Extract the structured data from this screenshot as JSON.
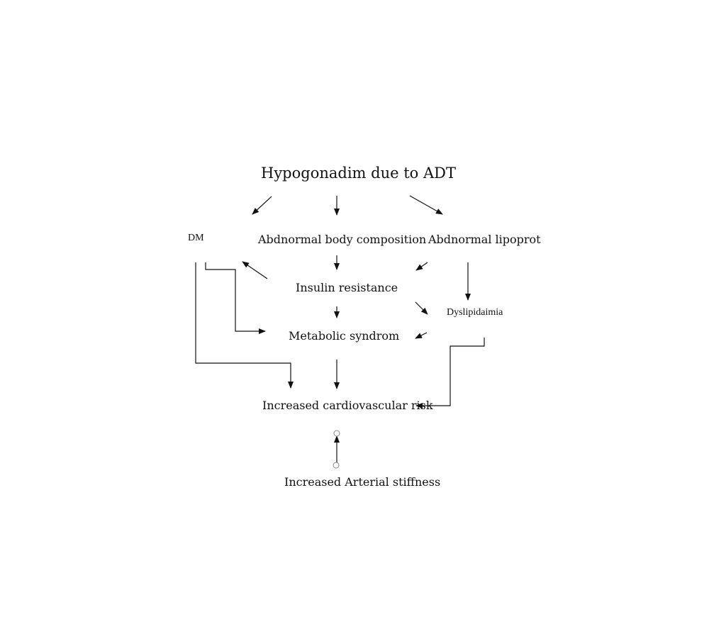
{
  "nodes": {
    "hypogonadism": "Hypogonadim due to ADT",
    "dm": "DM",
    "body_composition": "Abdnormal body composition",
    "lipoprot": "Abdnormal lipoprot",
    "insulin_resistance": "Insulin resistance",
    "dyslipidaemia": "Dyslipidaimia",
    "metabolic_syndrome": "Metabolic syndrom",
    "cardiovascular_risk": "Increased cardiovascular risk",
    "arterial_stiffness": "Increased Arterial stiffness"
  },
  "colors": {
    "line": "#111111",
    "connector_circle": "#888888"
  }
}
